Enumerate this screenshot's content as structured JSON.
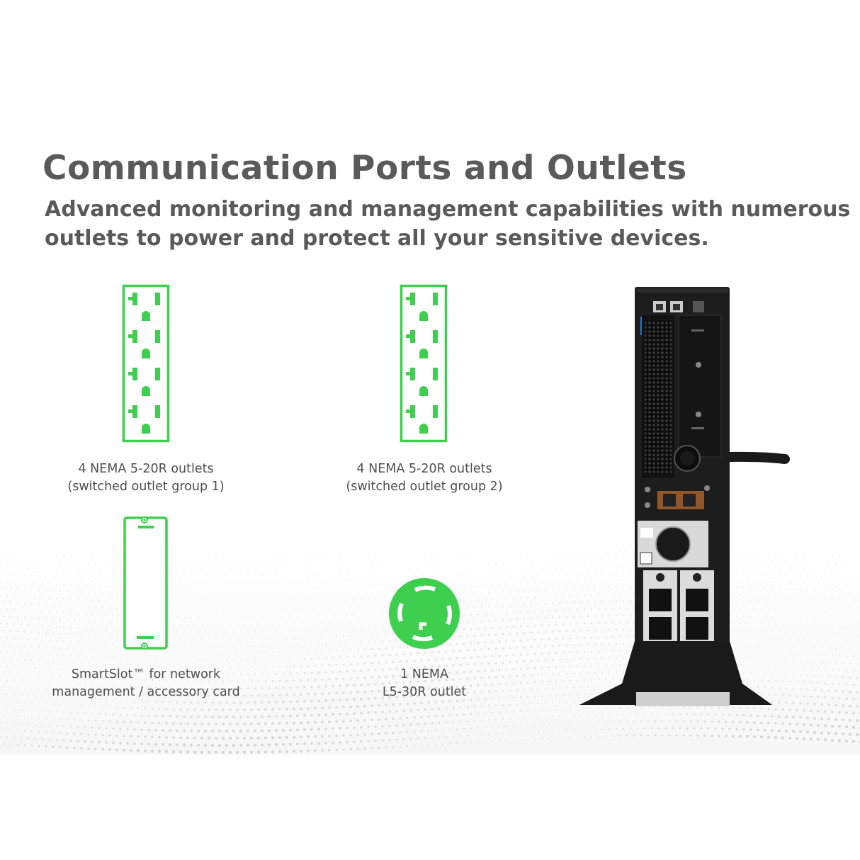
{
  "header": {
    "title": "Communication Ports and Outlets",
    "subtitle_line1": "Advanced monitoring and management capabilities with numerous",
    "subtitle_line2": "outlets to power and protect all your sensitive devices."
  },
  "features": [
    {
      "icon": "nema-5-20r-outlet-strip-icon",
      "line1": "4 NEMA 5-20R outlets",
      "line2": "(switched outlet group 1)"
    },
    {
      "icon": "nema-5-20r-outlet-strip-icon",
      "line1": "4 NEMA 5-20R outlets",
      "line2": "(switched outlet group 2)"
    },
    {
      "icon": "smartslot-card-icon",
      "line1": "SmartSlot™ for network",
      "line2": "management / accessory card"
    },
    {
      "icon": "nema-l5-30r-locking-outlet-icon",
      "line1": "1 NEMA",
      "line2": "L5-30R outlet"
    }
  ],
  "colors": {
    "accent_green": "#3fcf4f",
    "heading_gray": "#5a5a5a",
    "caption_gray": "#4d4d4d",
    "ups_body": "#1d1d1d"
  },
  "product_image": "ups-rear-panel-image"
}
